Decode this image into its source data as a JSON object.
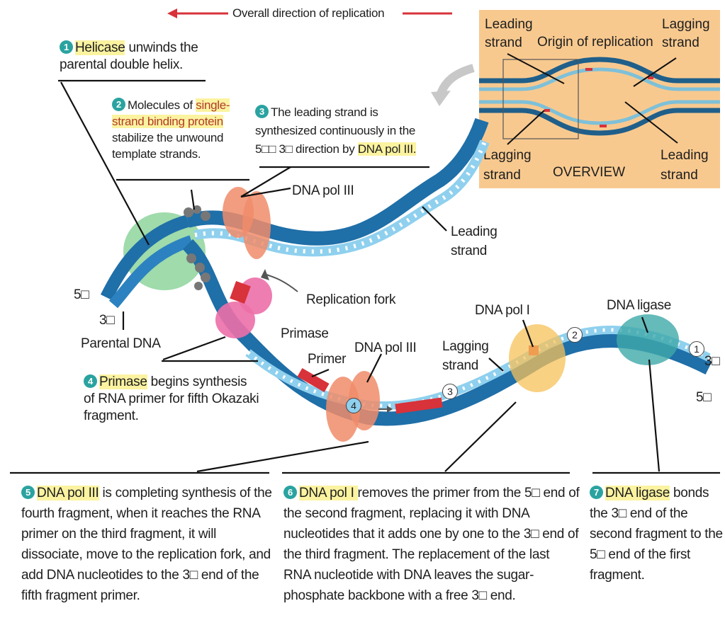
{
  "header": {
    "direction_label": "Overall direction of replication"
  },
  "overview": {
    "leading_strand_top_left": "Leading\nstrand",
    "origin_label": "Origin of replication",
    "lagging_strand_top_right": "Lagging\nstrand",
    "lagging_strand_bottom_left": "Lagging\nstrand",
    "overview_label": "OVERVIEW",
    "leading_strand_bottom_right": "Leading\nstrand"
  },
  "steps": {
    "s1": {
      "num": "1",
      "highlight": "Helicase",
      "text": " unwinds the parental double helix."
    },
    "s2": {
      "num": "2",
      "pre": "Molecules of ",
      "highlight": "single-strand binding protein",
      "text": " stabilize the unwound template strands."
    },
    "s3": {
      "num": "3",
      "pre": "The leading strand is synthesized continuously in the 5□□ 3□ direction by ",
      "highlight": "DNA pol III."
    },
    "s4": {
      "num": "4",
      "highlight": "Primase",
      "text": " begins synthesis of RNA primer for fifth Okazaki fragment."
    },
    "s5": {
      "num": "5",
      "highlight": "DNA pol III",
      "text": " is completing synthesis of the fourth fragment, when it reaches the RNA primer on the third fragment, it will dissociate, move to the replication fork, and add DNA nucleotides to the 3□ end of the fifth fragment primer."
    },
    "s6": {
      "num": "6",
      "highlight": "DNA pol I ",
      "text": "removes the primer from the 5□ end of the second fragment, replacing it with DNA nucleotides that it adds one by one to the 3□ end of the third fragment. The replacement of the last RNA nucleotide with DNA leaves the sugar-phosphate backbone with a free 3□ end."
    },
    "s7": {
      "num": "7",
      "highlight": "DNA ligase",
      "text": " bonds the 3□ end of the second fragment to the 5□ end of the first fragment."
    }
  },
  "labels": {
    "dna_pol_iii_top": "DNA pol III",
    "leading_strand": "Leading\nstrand",
    "replication_fork": "Replication fork",
    "five_prime_left": "5□",
    "three_prime_left": "3□",
    "parental_dna": "Parental DNA",
    "primase": "Primase",
    "primer": "Primer",
    "dna_pol_iii_bottom": "DNA pol III",
    "lagging_strand": "Lagging\nstrand",
    "dna_pol_i": "DNA pol I",
    "dna_ligase": "DNA ligase",
    "three_prime_right": "3□",
    "five_prime_right": "5□",
    "frag_1": "1",
    "frag_2": "2",
    "frag_3": "3",
    "frag_4": "4"
  },
  "colors": {
    "overview_bg": "#f8c98f",
    "strand_dark": "#1f6fa8",
    "strand_light": "#8fd0ee",
    "primer_red": "#d8323a",
    "pol_iii": "#f08c6a",
    "primase_pink": "#ec6fa8",
    "helicase_green": "#7fcf8f",
    "ligase_teal": "#3fa9a9",
    "pol_i_yellow": "#f7c25a",
    "highlight": "#fbf3a0",
    "step_badge": "#2aa3a0"
  }
}
